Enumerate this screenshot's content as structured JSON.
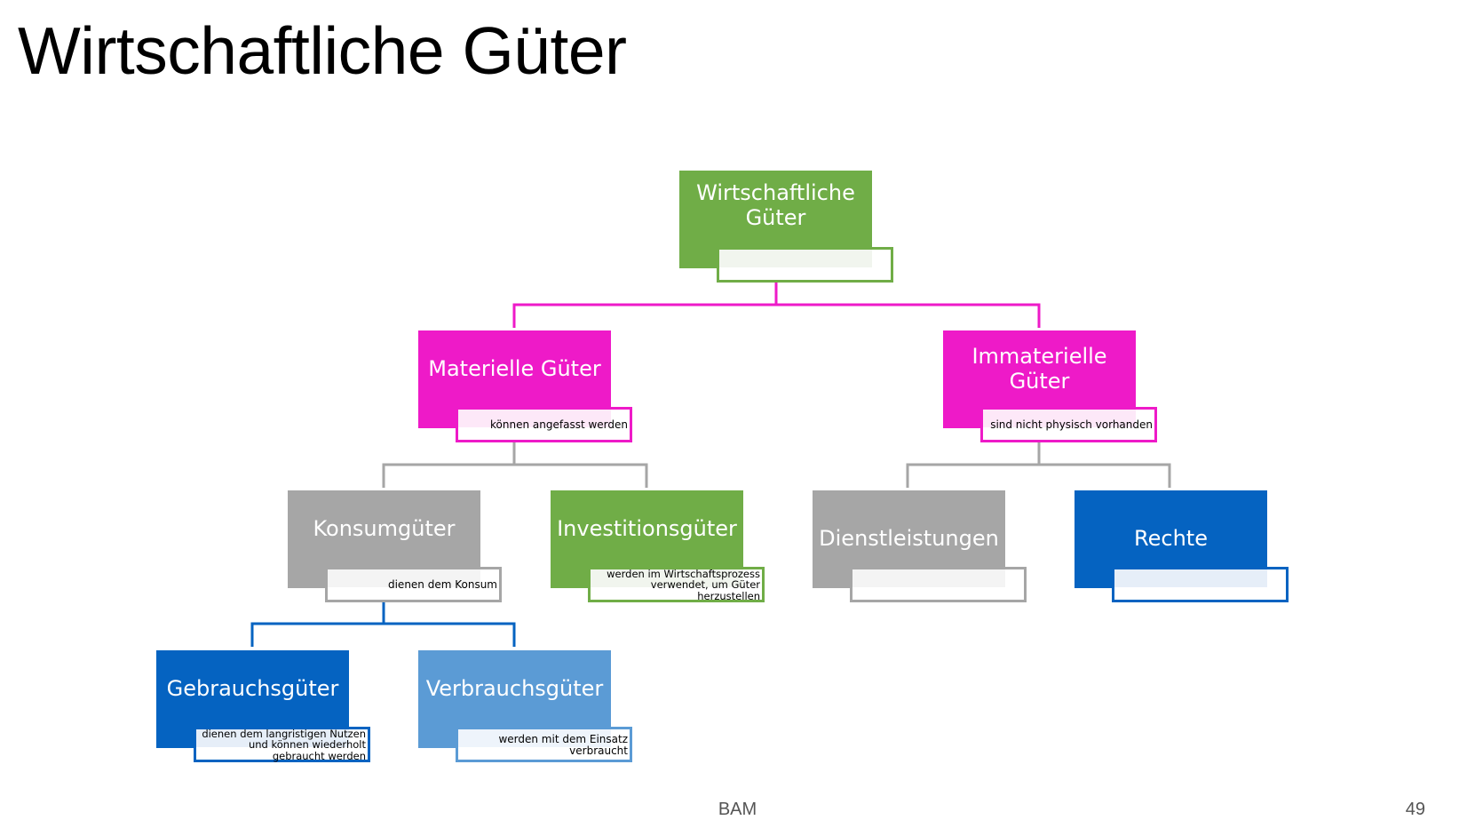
{
  "title": "Wirtschaftliche Güter",
  "footer": {
    "center": "BAM",
    "page": "49"
  },
  "colors": {
    "green": "#70AD47",
    "magenta": "#EE1AC8",
    "gray": "#A6A6A6",
    "blue": "#0563C1",
    "lightblue": "#5B9BD5"
  },
  "nodes": {
    "root": {
      "label": "Wirtschaftliche\nGüter",
      "sub": ""
    },
    "materielle": {
      "label": "Materielle Güter",
      "sub": "können angefasst werden"
    },
    "immaterielle": {
      "label": "Immaterielle\nGüter",
      "sub": "sind nicht physisch vorhanden"
    },
    "konsum": {
      "label": "Konsumgüter",
      "sub": "dienen dem Konsum"
    },
    "investition": {
      "label": "Investitionsgüter",
      "sub": "werden im Wirtschaftsprozess\nverwendet, um Güter\nherzustellen"
    },
    "dienst": {
      "label": "Dienstleistungen",
      "sub": ""
    },
    "rechte": {
      "label": "Rechte",
      "sub": ""
    },
    "gebrauch": {
      "label": "Gebrauchsgüter",
      "sub": "dienen dem langristigen Nutzen\nund können wiederholt\ngebraucht werden"
    },
    "verbrauch": {
      "label": "Verbrauchsgüter",
      "sub": "werden mit dem Einsatz\nverbraucht"
    }
  }
}
